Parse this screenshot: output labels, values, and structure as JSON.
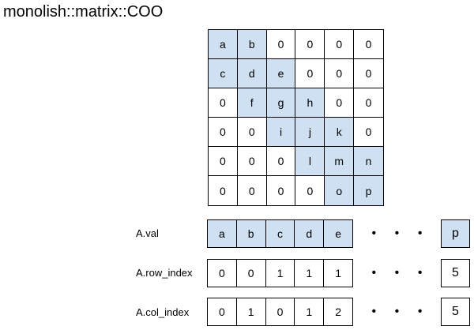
{
  "title": "monolish::matrix::COO",
  "colors": {
    "nonzero_fill": "#cfe0f2"
  },
  "matrix": {
    "rows": [
      [
        "a",
        "b",
        "0",
        "0",
        "0",
        "0"
      ],
      [
        "c",
        "d",
        "e",
        "0",
        "0",
        "0"
      ],
      [
        "0",
        "f",
        "g",
        "h",
        "0",
        "0"
      ],
      [
        "0",
        "0",
        "i",
        "j",
        "k",
        "0"
      ],
      [
        "0",
        "0",
        "0",
        "l",
        "m",
        "n"
      ],
      [
        "0",
        "0",
        "0",
        "0",
        "o",
        "p"
      ]
    ]
  },
  "arrays": {
    "val": {
      "label": "A.val",
      "values": [
        "a",
        "b",
        "c",
        "d",
        "e"
      ],
      "last": "p",
      "highlighted": true
    },
    "row_index": {
      "label": "A.row_index",
      "values": [
        "0",
        "0",
        "1",
        "1",
        "1"
      ],
      "last": "5",
      "highlighted": false
    },
    "col_index": {
      "label": "A.col_index",
      "values": [
        "0",
        "1",
        "0",
        "1",
        "2"
      ],
      "last": "5",
      "highlighted": false
    }
  },
  "ellipsis": "•"
}
